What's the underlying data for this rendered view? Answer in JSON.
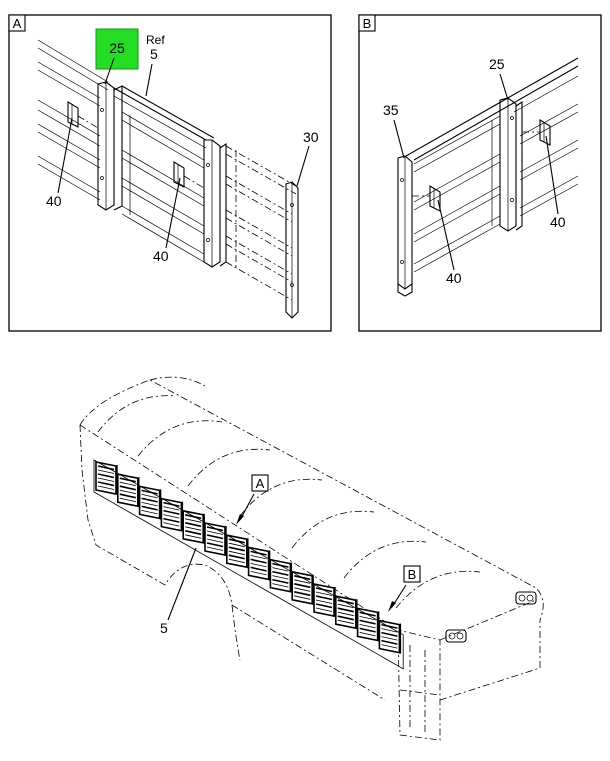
{
  "panels": {
    "a": {
      "tag": "A",
      "callouts": {
        "highlighted": "25",
        "ref_word": "Ref",
        "ref_num": "5",
        "right": "30",
        "left_clip": "40",
        "center_clip": "40"
      },
      "highlight_color": "#22dd22"
    },
    "b": {
      "tag": "B",
      "callouts": {
        "top": "25",
        "left": "35",
        "right_clip": "40",
        "center_clip": "40"
      }
    }
  },
  "bus": {
    "callout_part": "5",
    "tag_a": "A",
    "tag_b": "B"
  }
}
